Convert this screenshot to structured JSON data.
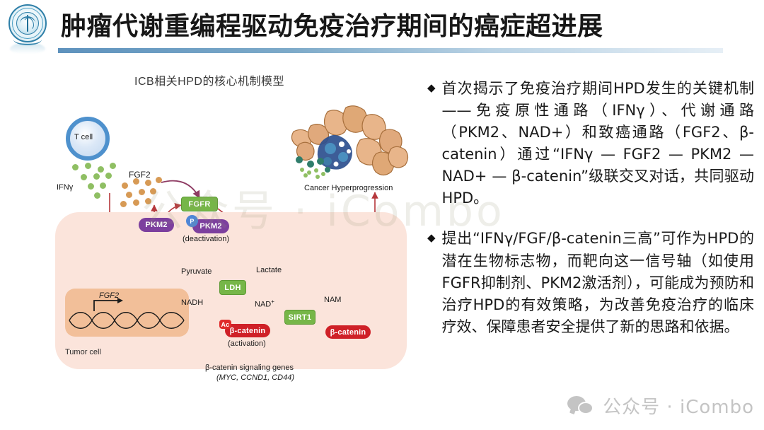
{
  "header": {
    "title": "肿瘤代谢重编程驱动免疫治疗期间的癌症超进展",
    "logo_name": "hospital-emblem",
    "rule_color_start": "#5e92bd",
    "rule_color_end": "#e6eff6"
  },
  "figure": {
    "caption": "ICB相关HPD的核心机制模型",
    "labels": {
      "t_cell": "T cell",
      "ifng": "IFNγ",
      "fgf2_ligand": "FGF2",
      "fgfr": "FGFR",
      "pkm2": "PKM2",
      "pkm2_phos": "PKM2",
      "p_badge": "P",
      "deactivation": "(deactivation)",
      "pyruvate": "Pyruvate",
      "lactate": "Lactate",
      "ldh": "LDH",
      "nadh": "NADH",
      "nad_plus": "NAD",
      "nad_plus_sup": "+",
      "nam": "NAM",
      "sirt1": "SIRT1",
      "ac_badge": "Ac",
      "beta_catenin_ac": "β-catenin",
      "activation": "(activation)",
      "beta_catenin": "β-catenin",
      "target_genes_line1": "β-catenin signaling genes",
      "target_genes_line2": "(MYC, CCND1, CD44)",
      "nucleus_gene": "FGF2",
      "tumor_cell": "Tumor cell",
      "hyperprogression": "Cancer Hyperprogression"
    },
    "colors": {
      "cytoplasm": "#fbe4db",
      "nucleus": "#f2bf99",
      "enzyme_green": "#76b648",
      "pkm2_purple": "#7c3f9e",
      "catenin_red": "#cf2027",
      "tcell_blue": "#4e91cd",
      "ifng_dot": "#8fbf63",
      "fgf2_dot": "#d79a55",
      "arrow_red": "#b5383c"
    }
  },
  "body": {
    "bullet_marker": "◆",
    "bullets": [
      "首次揭示了免疫治疗期间HPD发生的关键机制——免疫原性通路（IFNγ）、代谢通路（PKM2、NAD+）和致癌通路（FGF2、β-catenin）通过“IFNγ — FGF2 — PKM2 — NAD+ — β-catenin”级联交叉对话，共同驱动HPD。",
      "提出“IFNγ/FGF/β-catenin三高”可作为HPD的潜在生物标志物，而靶向这一信号轴（如使用FGFR抑制剂、PKM2激活剂），可能成为预防和治疗HPD的有效策略，为改善免疫治疗的临床疗效、保障患者安全提供了新的思路和依据。"
    ]
  },
  "watermarks": {
    "center": "公众号 · iCombo",
    "bottom": "公众号 · iCombo",
    "wechat_icon": "wechat-icon"
  }
}
